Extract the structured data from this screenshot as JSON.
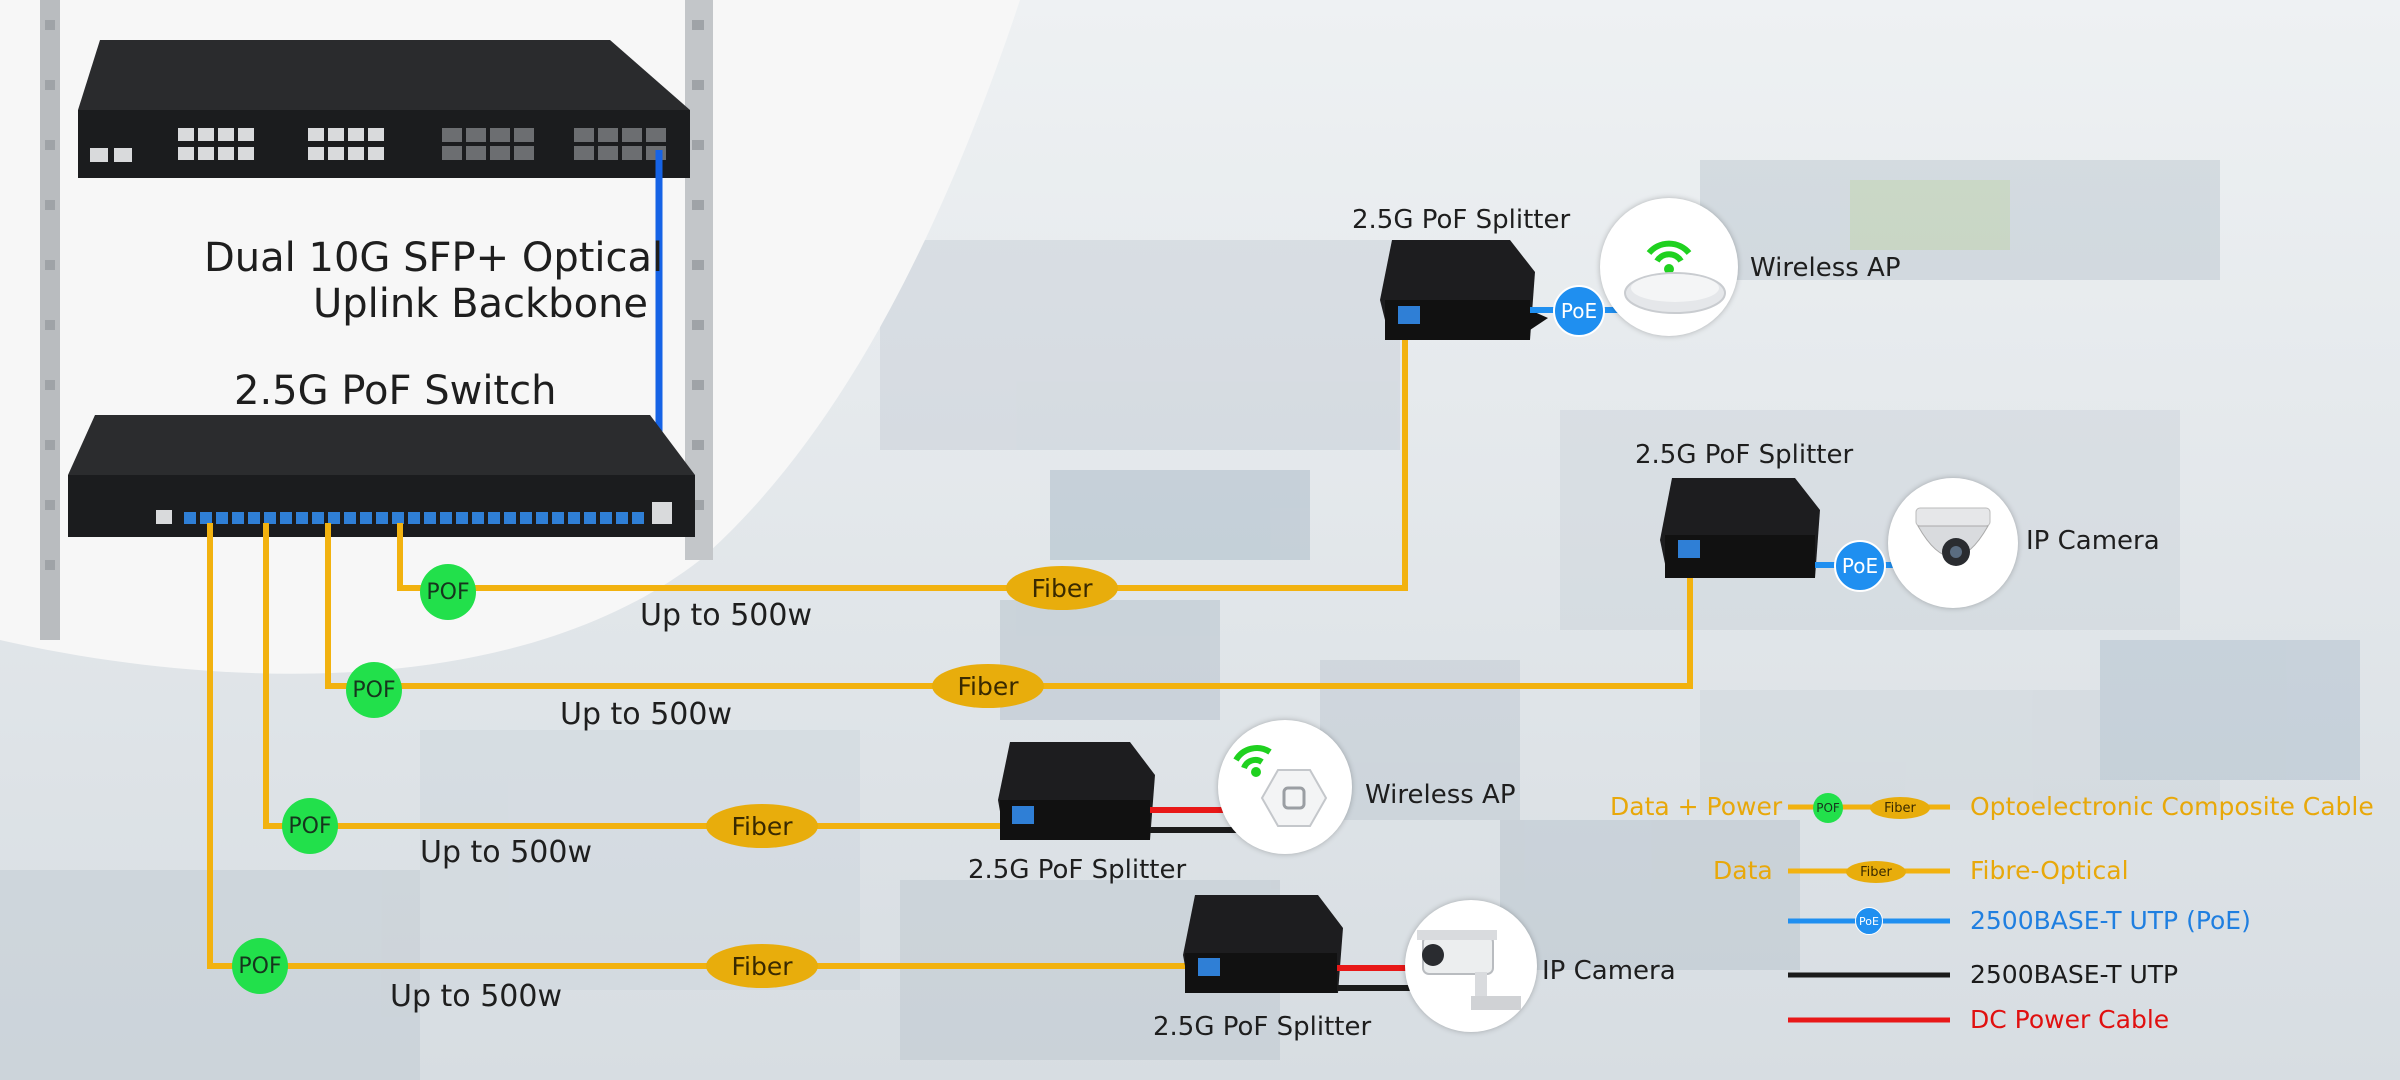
{
  "diagram": {
    "uplink_title_line1": "Dual 10G SFP+ Optical",
    "uplink_title_line2": "Uplink Backbone",
    "switch_title": "2.5G PoF Switch",
    "splitter_label": "2.5G PoF Splitter",
    "pof_tag": "POF",
    "fiber_tag": "Fiber",
    "poe_tag": "PoE",
    "power_label": "Up to 500w",
    "devices": {
      "wireless_ap": "Wireless AP",
      "ip_camera": "IP Camera"
    }
  },
  "legend": {
    "data_power_label": "Data + Power",
    "data_label": "Data",
    "composite": "Optoelectronic Composite Cable",
    "fibre_optical": "Fibre-Optical",
    "utp_poe": "2500BASE-T UTP (PoE)",
    "utp": "2500BASE-T UTP",
    "dc_power": "DC Power Cable"
  },
  "colors": {
    "fiber": "#f2b20f",
    "poe": "#1f8ff0",
    "utp": "#1b1b1b",
    "dc": "#e81818",
    "pof": "#22e04b",
    "uplink": "#1663e6",
    "legend_yellow": "#e8a80a",
    "legend_blue": "#1f7fe0",
    "legend_red": "#e01010"
  }
}
